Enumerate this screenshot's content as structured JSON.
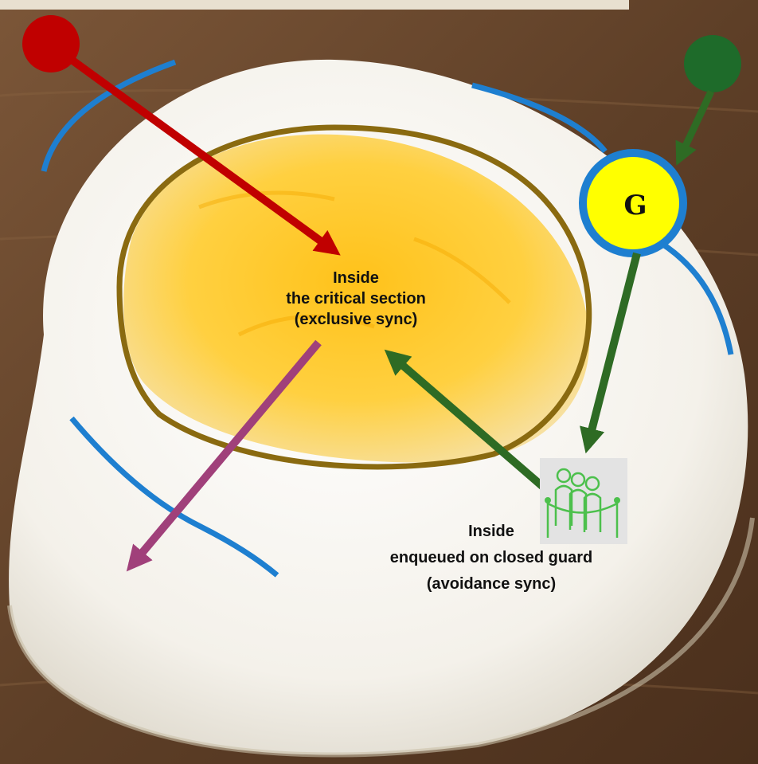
{
  "labels": {
    "critical_section": [
      "Inside",
      "the critical section",
      "(exclusive sync)"
    ],
    "enqueued": [
      "Inside",
      "enqueued on closed guard",
      "(avoidance sync)"
    ],
    "guard": "G"
  },
  "icons": {
    "queue": "queue-people-icon",
    "entry_thread": "red-thread-dot",
    "guard_thread": "green-thread-dot"
  },
  "colors": {
    "red_arrow": "#c00000",
    "green_arrow": "#2e6b24",
    "purple_arrow": "#a0407a",
    "boundary": "#1e7fd0",
    "critical_outline": "#8a6a10",
    "guard_fill": "#ffff00",
    "guard_ring": "#1e7fd0",
    "queue_icon": "#4cc04c"
  }
}
